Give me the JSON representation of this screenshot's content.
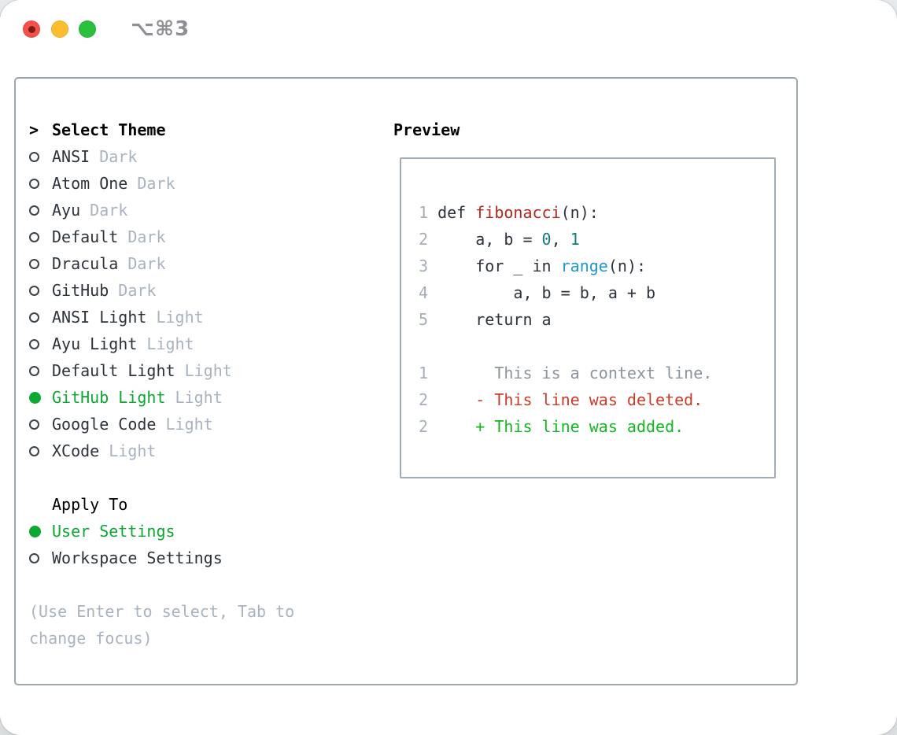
{
  "window": {
    "title": "⌥⌘3",
    "traffic_lights": {
      "close": "close",
      "minimize": "minimize",
      "zoom": "zoom"
    }
  },
  "theme_picker": {
    "header": {
      "marker": ">",
      "label": "Select Theme"
    },
    "items": [
      {
        "name": "ANSI",
        "variant": "Dark",
        "selected": false
      },
      {
        "name": "Atom One",
        "variant": "Dark",
        "selected": false
      },
      {
        "name": "Ayu",
        "variant": "Dark",
        "selected": false
      },
      {
        "name": "Default",
        "variant": "Dark",
        "selected": false
      },
      {
        "name": "Dracula",
        "variant": "Dark",
        "selected": false
      },
      {
        "name": "GitHub",
        "variant": "Dark",
        "selected": false
      },
      {
        "name": "ANSI Light",
        "variant": "Light",
        "selected": false
      },
      {
        "name": "Ayu Light",
        "variant": "Light",
        "selected": false
      },
      {
        "name": "Default Light",
        "variant": "Light",
        "selected": false
      },
      {
        "name": "GitHub Light",
        "variant": "Light",
        "selected": true
      },
      {
        "name": "Google Code",
        "variant": "Light",
        "selected": false
      },
      {
        "name": "XCode",
        "variant": "Light",
        "selected": false
      }
    ],
    "apply_to": {
      "label": "Apply To",
      "options": [
        {
          "name": "User Settings",
          "selected": true
        },
        {
          "name": "Workspace Settings",
          "selected": false
        }
      ]
    },
    "help_text": "(Use Enter to select, Tab to change focus)"
  },
  "preview": {
    "title": "Preview",
    "lines": [
      {
        "tokens": [
          [
            "num",
            "1 "
          ],
          [
            "code",
            "def "
          ],
          [
            "fn",
            "fibonacci"
          ],
          [
            "code",
            "(n):"
          ]
        ]
      },
      {
        "tokens": [
          [
            "num",
            "2 "
          ],
          [
            "code",
            "    a, b = "
          ],
          [
            "lit",
            "0"
          ],
          [
            "code",
            ", "
          ],
          [
            "lit",
            "1"
          ]
        ]
      },
      {
        "tokens": [
          [
            "num",
            "3 "
          ],
          [
            "code",
            "    for _ in "
          ],
          [
            "builtin",
            "range"
          ],
          [
            "code",
            "(n):"
          ]
        ]
      },
      {
        "tokens": [
          [
            "num",
            "4 "
          ],
          [
            "code",
            "        a, b = b, a + b"
          ]
        ]
      },
      {
        "tokens": [
          [
            "num",
            "5 "
          ],
          [
            "code",
            "    return a"
          ]
        ]
      },
      {
        "tokens": []
      },
      {
        "tokens": [
          [
            "num",
            "1 "
          ],
          [
            "ctx",
            "      This is a context line."
          ]
        ]
      },
      {
        "tokens": [
          [
            "num",
            "2 "
          ],
          [
            "del",
            "    - This line was deleted."
          ]
        ]
      },
      {
        "tokens": [
          [
            "num",
            "2 "
          ],
          [
            "add",
            "    + This line was added."
          ]
        ]
      }
    ]
  },
  "colors": {
    "tokens": {
      "num": "#a6aebb",
      "code": "#2d333b",
      "fn": "#b3291e",
      "lit": "#0e7d7b",
      "builtin": "#1f98c9",
      "ctx": "#8b939c",
      "del": "#cc3a28",
      "add": "#12b822"
    },
    "selected_green": "#0ba832",
    "muted_text": "#a9b3c0",
    "item_text": "#2d333b",
    "traffic_red": "#f6504a",
    "traffic_yellow": "#fcbd2f",
    "traffic_green": "#2ac03c"
  }
}
